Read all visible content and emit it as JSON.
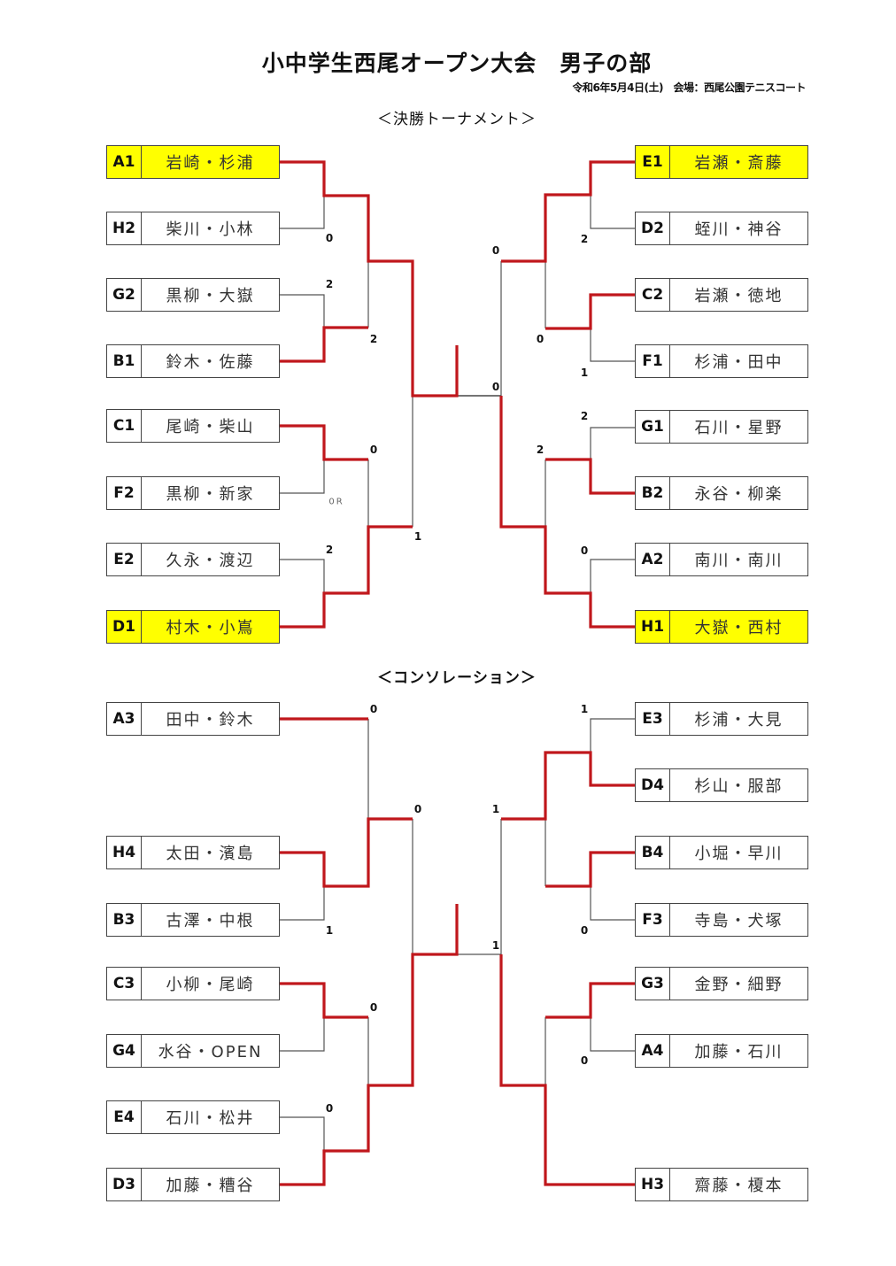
{
  "header": {
    "title": "小中学生西尾オープン大会　男子の部",
    "subtitle": "令和6年5月4日(土)　会場：西尾公園テニスコート"
  },
  "main_draw": {
    "heading": "＜決勝トーナメント＞",
    "left": [
      {
        "seed": "A1",
        "name": "岩崎・杉浦",
        "highlight": true
      },
      {
        "seed": "H2",
        "name": "柴川・小林",
        "highlight": false
      },
      {
        "seed": "G2",
        "name": "黒柳・大嶽",
        "highlight": false
      },
      {
        "seed": "B1",
        "name": "鈴木・佐藤",
        "highlight": false
      },
      {
        "seed": "C1",
        "name": "尾崎・柴山",
        "highlight": false
      },
      {
        "seed": "F2",
        "name": "黒柳・新家",
        "highlight": false
      },
      {
        "seed": "E2",
        "name": "久永・渡辺",
        "highlight": false
      },
      {
        "seed": "D1",
        "name": "村木・小嶌",
        "highlight": true
      }
    ],
    "right": [
      {
        "seed": "E1",
        "name": "岩瀬・斎藤",
        "highlight": true
      },
      {
        "seed": "D2",
        "name": "蛭川・神谷",
        "highlight": false
      },
      {
        "seed": "C2",
        "name": "岩瀬・徳地",
        "highlight": false
      },
      {
        "seed": "F1",
        "name": "杉浦・田中",
        "highlight": false
      },
      {
        "seed": "G1",
        "name": "石川・星野",
        "highlight": false
      },
      {
        "seed": "B2",
        "name": "永谷・柳楽",
        "highlight": false
      },
      {
        "seed": "A2",
        "name": "南川・南川",
        "highlight": false
      },
      {
        "seed": "H1",
        "name": "大嶽・西村",
        "highlight": true
      }
    ],
    "scores": {
      "h2_r1": "0",
      "g2_r1": "2",
      "b1_qf": "2",
      "c1_qf": "0",
      "f2_r1": "0R",
      "e2_r1": "2",
      "d1_sf": "1",
      "e1_sf": "0",
      "final_right": "0",
      "d2_r1": "2",
      "c2_qf": "0",
      "f1_r1": "1",
      "g1_r1": "2",
      "b2_qf": "2",
      "a2_r1": "0"
    }
  },
  "consolation": {
    "heading": "＜コンソレーション＞",
    "left": [
      {
        "seed": "A3",
        "name": "田中・鈴木",
        "highlight": false
      },
      {
        "seed": "H4",
        "name": "太田・濱島",
        "highlight": false
      },
      {
        "seed": "B3",
        "name": "古澤・中根",
        "highlight": false
      },
      {
        "seed": "C3",
        "name": "小柳・尾崎",
        "highlight": false
      },
      {
        "seed": "G4",
        "name": "水谷・OPEN",
        "highlight": false
      },
      {
        "seed": "E4",
        "name": "石川・松井",
        "highlight": false
      },
      {
        "seed": "D3",
        "name": "加藤・糟谷",
        "highlight": false
      }
    ],
    "right": [
      {
        "seed": "E3",
        "name": "杉浦・大見",
        "highlight": false
      },
      {
        "seed": "D4",
        "name": "杉山・服部",
        "highlight": false
      },
      {
        "seed": "B4",
        "name": "小堀・早川",
        "highlight": false
      },
      {
        "seed": "F3",
        "name": "寺島・犬塚",
        "highlight": false
      },
      {
        "seed": "G3",
        "name": "金野・細野",
        "highlight": false
      },
      {
        "seed": "A4",
        "name": "加藤・石川",
        "highlight": false
      },
      {
        "seed": "H3",
        "name": "齋藤・榎本",
        "highlight": false
      }
    ],
    "scores": {
      "a3_qf": "0",
      "h4_sf": "0",
      "b3_r1": "1",
      "c3_qf": "0",
      "e4_r1": "0",
      "d4_sf": "1",
      "e3_r1": "1",
      "f3_r1": "0",
      "final_right": "1",
      "a4_r1": "0"
    }
  }
}
